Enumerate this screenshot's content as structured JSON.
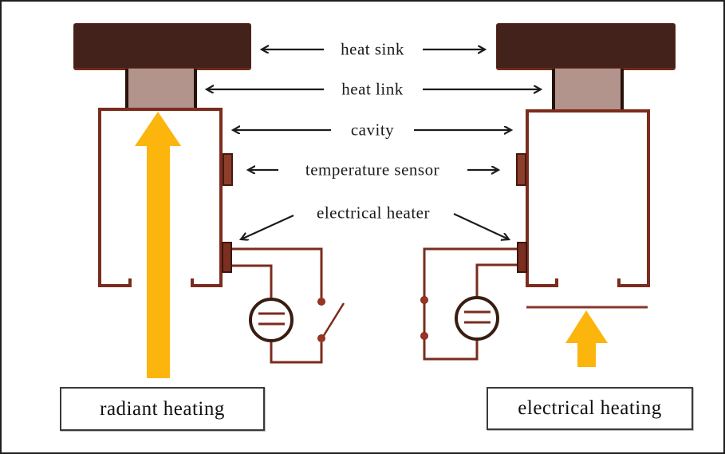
{
  "figure": {
    "component_labels": [
      {
        "label": "heat sink"
      },
      {
        "label": "heat link"
      },
      {
        "label": "cavity"
      },
      {
        "label": "temperature sensor"
      },
      {
        "label": "electrical heater"
      }
    ],
    "left_caption": "radiant heating",
    "right_caption": "electrical heating",
    "colors": {
      "heat_sink_fill": "#42221b",
      "heat_link_fill": "#b2948d",
      "cavity_outline": "#7b2c1e",
      "sensor_fill": "#8c3e2c",
      "heater_fill": "#7b2f20",
      "wire_maroon": "#7b2c1e",
      "junction_dot": "#9e3322",
      "heat_arrow_yellow": "#fbb50d",
      "label_arrow_black": "#1c1c1c"
    }
  }
}
